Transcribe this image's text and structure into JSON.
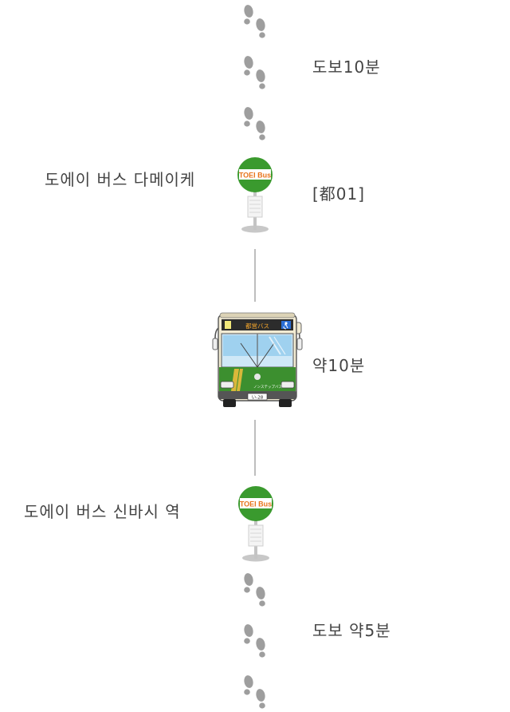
{
  "route": {
    "walk_top_label": "도보10분",
    "start_stop_name": "도에이 버스 다메이케",
    "route_code": "[都01]",
    "ride_time_label": "약10분",
    "end_stop_name": "도에이 버스 신바시 역",
    "walk_bottom_label": "도보 약5분"
  },
  "signs": {
    "start_sign_text": "TOEI Bus",
    "end_sign_text": "TOEI Bus"
  },
  "bus": {
    "destination_display": "都営バス",
    "side_text": "ノンステップバス",
    "plate_text": "い-28"
  },
  "icons": {
    "footprints": "footprints-icon",
    "bus_stop": "bus-stop-icon",
    "bus": "bus-icon",
    "wheelchair": "wheelchair-icon"
  },
  "colors": {
    "footprint_gray": "#9e9e9e",
    "sign_green": "#3a9a2e",
    "sign_text_orange": "#e8731a",
    "bus_green": "#3c8f2f",
    "connector_gray": "#bdbdbd",
    "text": "#444444"
  }
}
